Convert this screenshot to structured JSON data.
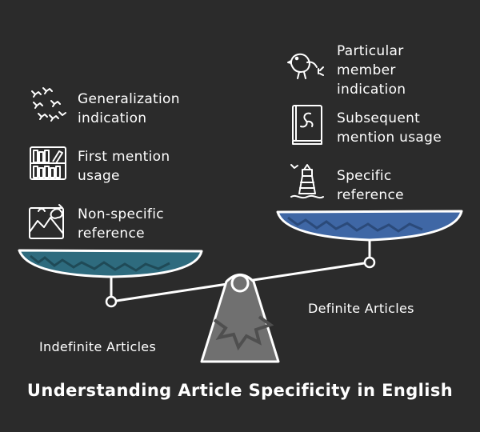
{
  "title": "Understanding Article Specificity in English",
  "indefinite": {
    "category": "Indefinite Articles",
    "items": [
      {
        "label_lines": [
          "Generalization",
          "indication"
        ],
        "icon": "birds-flock-icon"
      },
      {
        "label_lines": [
          "First mention",
          "usage"
        ],
        "icon": "bookshelf-icon"
      },
      {
        "label_lines": [
          "Non-specific",
          "reference"
        ],
        "icon": "landscape-icon"
      }
    ]
  },
  "definite": {
    "category": "Definite Articles",
    "items": [
      {
        "label_lines": [
          "Particular",
          "member",
          "indication"
        ],
        "icon": "bird-icon"
      },
      {
        "label_lines": [
          "Subsequent",
          "mention usage"
        ],
        "icon": "book-icon"
      },
      {
        "label_lines": [
          "Specific",
          "reference"
        ],
        "icon": "lighthouse-icon"
      }
    ]
  },
  "colors": {
    "background": "#2b2b2b",
    "left_pan": "#2e6b7e",
    "right_pan": "#3f67a5",
    "fulcrum": "#707070",
    "stroke": "#ffffff"
  }
}
